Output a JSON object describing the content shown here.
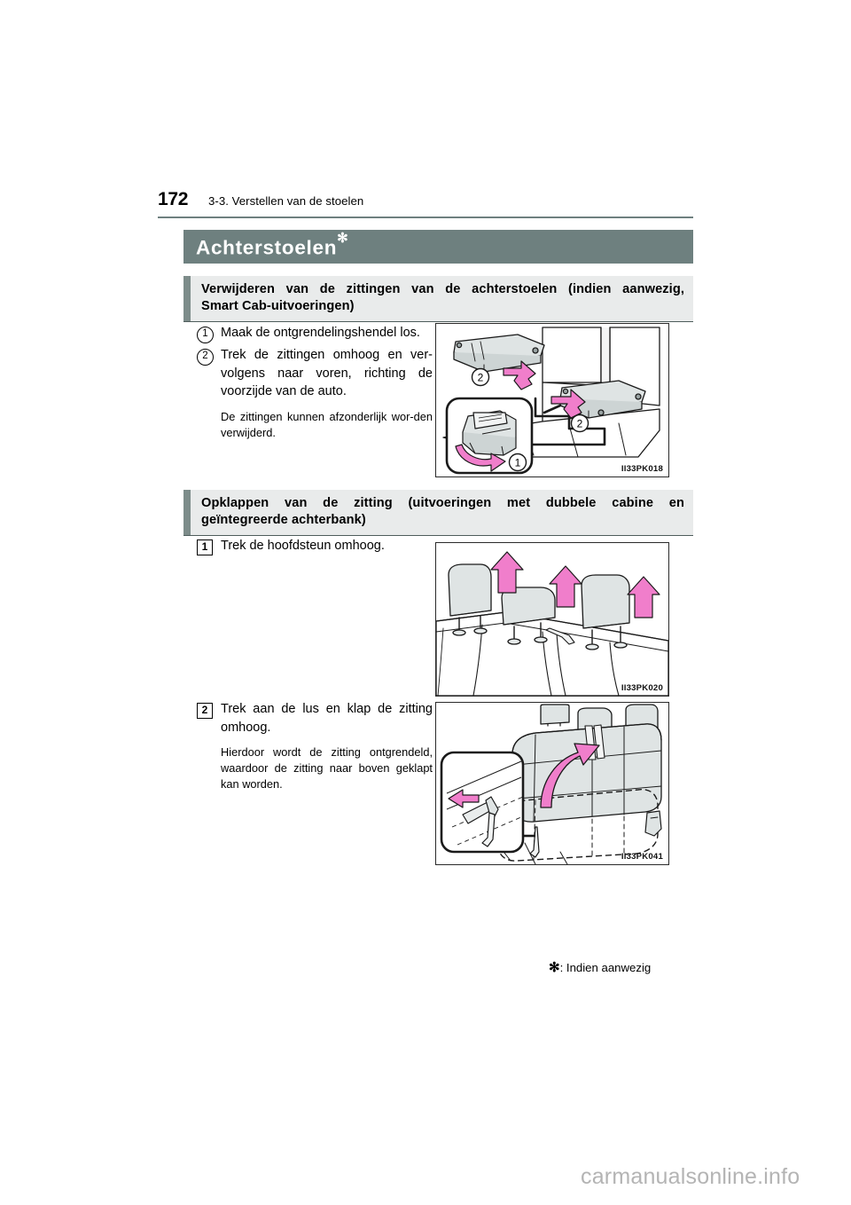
{
  "page": {
    "number": "172",
    "running_head": "3-3. Verstellen van de stoelen",
    "title": "Achterstoelen",
    "title_marker": "✻",
    "watermark": "carmanualsonline.info"
  },
  "footnote": {
    "marker": "✻",
    "text": ": Indien aanwezig"
  },
  "sections": [
    {
      "heading_line1": "Verwijderen van de zittingen van de achterstoelen (indien aanwezig,",
      "heading_line2": "Smart Cab-uitvoeringen)",
      "steps": [
        {
          "marker": "1",
          "text": "Maak de ontgrendelingshendel los."
        },
        {
          "marker": "2",
          "text": "Trek de zittingen omhoog en ver-volgens naar voren, richting de voorzijde van de auto.",
          "note": "De zittingen kunnen afzonderlijk wor-den verwijderd."
        }
      ],
      "figure": {
        "code": "II33PK018",
        "callouts": [
          "1",
          "2",
          "2"
        ]
      }
    },
    {
      "heading_line1": "Opklappen van de zitting (uitvoeringen met dubbele cabine en",
      "heading_line2": "geïntegreerde achterbank)",
      "steps": [
        {
          "marker": "1",
          "text": "Trek de hoofdsteun omhoog.",
          "figure": {
            "code": "II33PK020"
          }
        },
        {
          "marker": "2",
          "text": "Trek aan de lus en klap de zitting omhoog.",
          "note": "Hierdoor wordt de zitting ontgrendeld, waardoor de zitting naar boven geklapt kan worden.",
          "figure": {
            "code": "II33PK041"
          }
        }
      ]
    }
  ],
  "colors": {
    "title_bar": "#6e807f",
    "section_head_bg": "#e9ebeb",
    "section_accent": "#7d8c8a",
    "arrow": "#f07ecb",
    "part_fill": "#dfe4e4",
    "watermark": "#b4b4b4"
  }
}
